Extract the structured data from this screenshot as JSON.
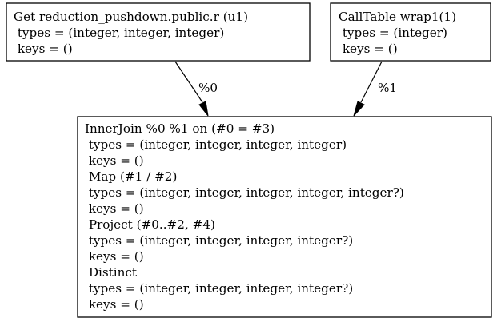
{
  "nodes": {
    "get": {
      "lines": [
        "Get reduction_pushdown.public.r (u1)",
        " types = (integer, integer, integer)",
        " keys = ()"
      ]
    },
    "calltable": {
      "lines": [
        "CallTable wrap1(1)",
        " types = (integer)",
        " keys = ()"
      ]
    },
    "innerjoin": {
      "lines": [
        "InnerJoin %0 %1 on (#0 = #3)",
        " types = (integer, integer, integer, integer)",
        " keys = ()",
        " Map (#1 / #2)",
        " types = (integer, integer, integer, integer, integer?)",
        " keys = ()",
        " Project (#0..#2, #4)",
        " types = (integer, integer, integer, integer?)",
        " keys = ()",
        " Distinct",
        " types = (integer, integer, integer, integer?)",
        " keys = ()"
      ]
    }
  },
  "edges": [
    {
      "from": "get",
      "to": "innerjoin",
      "label": "%0"
    },
    {
      "from": "calltable",
      "to": "innerjoin",
      "label": "%1"
    }
  ],
  "colors": {
    "stroke": "#000000",
    "fill": "#ffffff",
    "text": "#000000"
  }
}
